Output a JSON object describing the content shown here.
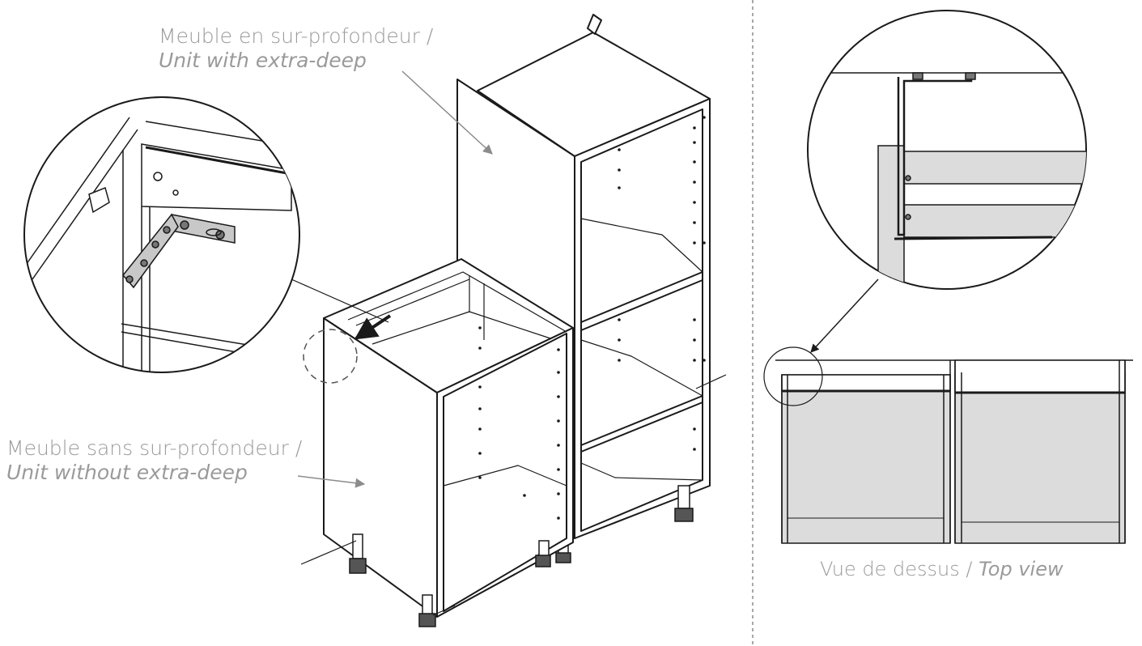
{
  "labels": {
    "extra_deep_fr": "Meuble en sur-profondeur /",
    "extra_deep_en": "Unit with extra-deep",
    "no_deep_fr": "Meuble sans sur-profondeur /",
    "no_deep_en": "Unit without extra-deep",
    "top_view_fr": "Vue de dessus / ",
    "top_view_en": "Top view"
  },
  "colors": {
    "line": "#1a1a1a",
    "label_gray": "#9a9a9a",
    "arrow_gray": "#8c8c8c",
    "panel_fill": "#dcdcdc",
    "bracket_fill": "#c8c8c8"
  }
}
